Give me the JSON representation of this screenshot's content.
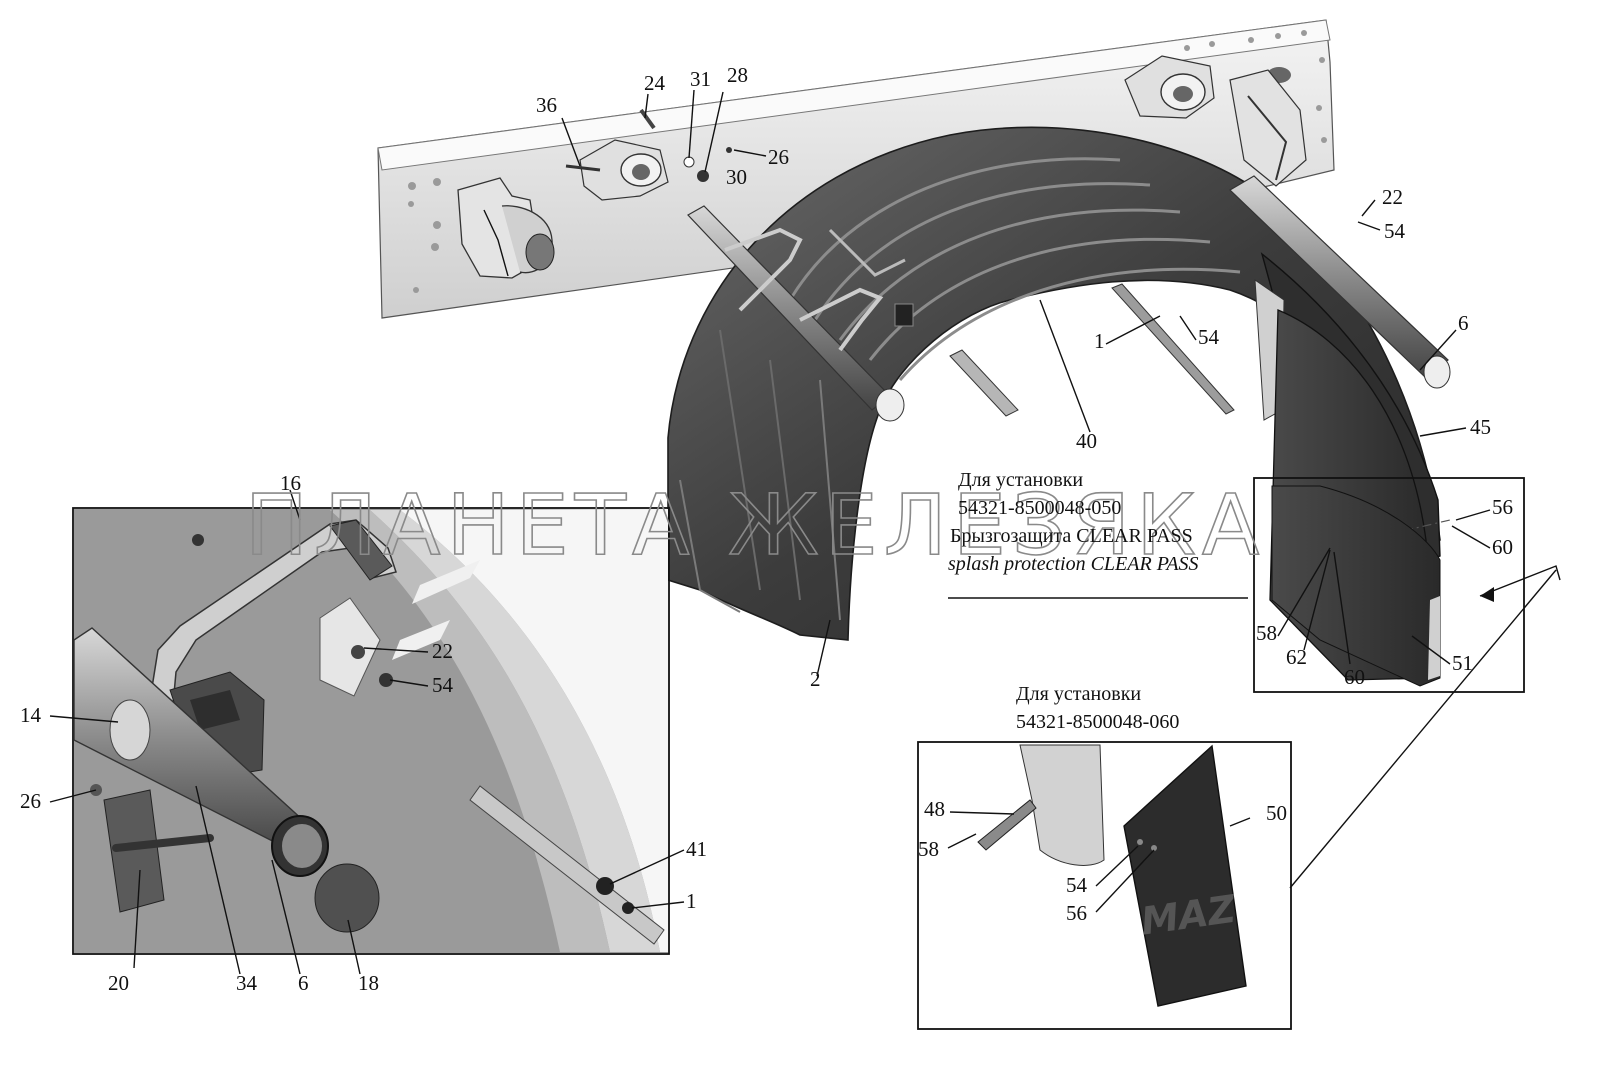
{
  "watermark": "ПЛАНЕТА ЖЕЛЕЗЯКА",
  "labels": {
    "p1": "1",
    "p2": "2",
    "p6": "6",
    "p14": "14",
    "p16": "16",
    "p18": "18",
    "p20": "20",
    "p22": "22",
    "p24": "24",
    "p26": "26",
    "p28": "28",
    "p30": "30",
    "p31": "31",
    "p34": "34",
    "p36": "36",
    "p40": "40",
    "p41": "41",
    "p45": "45",
    "p48": "48",
    "p50": "50",
    "p51": "51",
    "p54": "54",
    "p56": "56",
    "p58": "58",
    "p60": "60",
    "p62": "62"
  },
  "captions": {
    "clear_pass_install_line1": "Для установки",
    "clear_pass_install_line2": "54321-8500048-050",
    "clear_pass_ru": "Брызгозащита CLEAR PASS",
    "clear_pass_en": "splash protection CLEAR PASS",
    "mudflap_install_line1": "Для установки",
    "mudflap_install_line2": "54321-8500048-060"
  },
  "mudflap_logo": "MAZ"
}
